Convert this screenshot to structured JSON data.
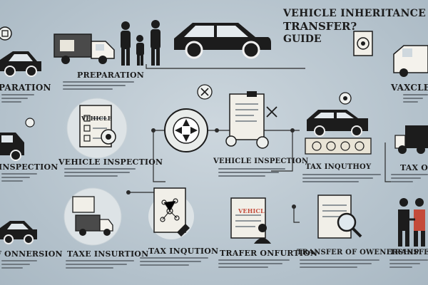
{
  "title": {
    "line1": "VEHICLE INHERITANCE",
    "line2": "TRANSFER?",
    "line3": "GUIDE"
  },
  "steps": {
    "preparation": "PREPARATION",
    "paration": "PARATION",
    "vaxcle": "VAXCLE I",
    "vehicle_inspection_center": "VEHICLE INSPECTION",
    "vehicle_inspection_right": "VEHICLE INSPECTION",
    "inspection_left": "INSPECTION",
    "tax_inquthoy": "TAX INQUTHOY",
    "tax_of": "TAX OF",
    "onnersion": "F ONNERSION",
    "taxe_insurtion": "TAXE INSURTION",
    "tax_inqution": "TAX INQUTION",
    "trafer_onfurtion": "TRAFER ONFURTION",
    "transfer_of_owenership": "TRANSFER OF OWENERSHIP",
    "transfer_of": "TRANSFER OF"
  },
  "doc_texts": {
    "vehicle_doc": "VEHICLE",
    "vehicl_doc": "VEHICL"
  },
  "colors": {
    "background": "#b9c6cf",
    "dark": "#1c1c1c",
    "paper": "#f1efe8",
    "accent_red": "#c44a3a",
    "connector": "#2b2b2b"
  }
}
